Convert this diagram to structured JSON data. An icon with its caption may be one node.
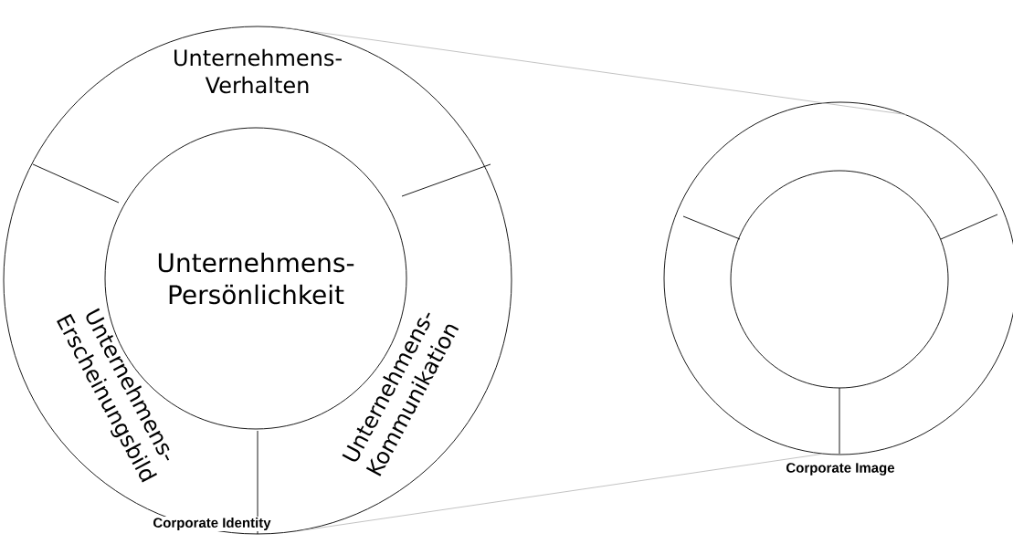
{
  "diagram": {
    "nodes": [
      {
        "text": [],
        "shape": "circle",
        "beside": [
          "Corporate Identity"
        ]
      },
      {
        "text": [
          "Unternehmens- Persönlichkeit"
        ],
        "in": 0
      },
      {
        "text": [
          "Unternehmens- Verhalten"
        ],
        "in": 0
      },
      {
        "text": [
          "Unternehmens- Erscheinungsbild"
        ],
        "in": 0
      },
      {
        "text": [
          "Unternehmens- Kommunikation"
        ],
        "in": 0
      },
      {
        "text": [],
        "shape": "circle",
        "beside": [
          "Corporate Image"
        ]
      },
      {
        "text": [],
        "shape": "circle",
        "in": 5
      }
    ],
    "edges": [
      {
        "from": 0,
        "to": 5,
        "arrow": "none",
        "color": "#b4b4b4"
      },
      {
        "from": 0,
        "to": 5,
        "arrow": "none",
        "color": "#b4b4b4"
      }
    ]
  }
}
